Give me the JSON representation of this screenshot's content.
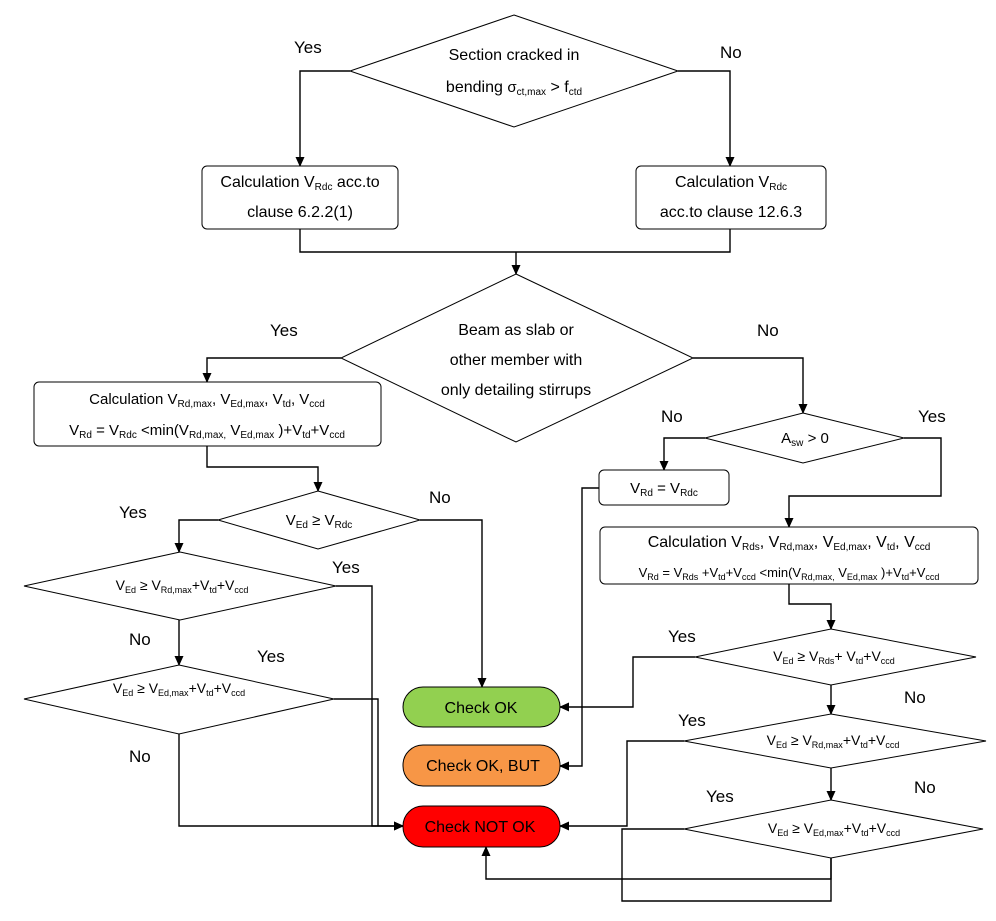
{
  "colors": {
    "ok": "#92d050",
    "ok_but": "#f79646",
    "not_ok": "#ff0000",
    "line": "#000000"
  },
  "nodes": {
    "d1_a": "Section cracked in",
    "d1_b": "bending ",
    "d1_c": "σ",
    "d1_c_sub": "ct,max",
    "d1_d": " > f",
    "d1_d_sub": "ctd",
    "b1_a1": "Calculation V",
    "b1_a1_sub": "Rdc",
    "b1_a2": " acc.to",
    "b1_b": "clause 6.2.2(1)",
    "b2_a1": "Calculation V",
    "b2_a1_sub": "Rdc",
    "b2_b": "acc.to clause 12.6.3",
    "d2_a": "Beam as slab or",
    "d2_b": "other member with",
    "d2_c": "only detailing stirrups",
    "b3_a": "Calculation V",
    "b3_a_s1": "Rd,max",
    "b3_a_m1": ", V",
    "b3_a_s2": "Ed,max",
    "b3_a_m2": ", V",
    "b3_a_s3": "td",
    "b3_a_m3": ", V",
    "b3_a_s4": "ccd",
    "b3_b": "V",
    "b3_b_s1": "Rd",
    "b3_b_m1": " = V",
    "b3_b_s2": "Rdc",
    "b3_b_m2": " <min(V",
    "b3_b_s3": "Rd,max,",
    "b3_b_m3": " V",
    "b3_b_s4": "Ed,max",
    "b3_b_m4": " )+V",
    "b3_b_s5": "td",
    "b3_b_m5": "+V",
    "b3_b_s6": "ccd",
    "d3_a": "A",
    "d3_a_sub": "sw",
    "d3_b": " > 0",
    "b4_a": "V",
    "b4_a_sub": "Rd",
    "b4_b": " = V",
    "b4_b_sub": "Rdc",
    "d4_a": "V",
    "d4_a_sub": "Ed",
    "d4_b": " ≥ V",
    "d4_b_sub": "Rdc",
    "b5_a": "Calculation V",
    "b5_a_s1": "Rds",
    "b5_a_m1": ", V",
    "b5_a_s2": "Rd,max",
    "b5_a_m2": ", V",
    "b5_a_s3": "Ed,max",
    "b5_a_m3": ", V",
    "b5_a_s4": "td",
    "b5_a_m4": ", V",
    "b5_a_s5": "ccd",
    "b5_b": "V",
    "b5_b_s1": "Rd",
    "b5_b_m1": " = V",
    "b5_b_s2": "Rds",
    "b5_b_m2": " +V",
    "b5_b_s3": "td",
    "b5_b_m3": "+V",
    "b5_b_s4": "ccd",
    "b5_b_m4": " <min(V",
    "b5_b_s5": "Rd,max,",
    "b5_b_m5": " V",
    "b5_b_s6": "Ed,max",
    "b5_b_m6": " )+V",
    "b5_b_s7": "td",
    "b5_b_m7": "+V",
    "b5_b_s8": "ccd",
    "d5_a": "V",
    "d5_a_sub": "Ed",
    "d5_b": " ≥ V",
    "d5_b_sub": "Rd,max",
    "d5_c": "+V",
    "d5_c_sub": "td",
    "d5_d": "+V",
    "d5_d_sub": "ccd",
    "d6_a": "V",
    "d6_a_sub": "Ed",
    "d6_b": " ≥ V",
    "d6_b_sub": "Ed,max",
    "d6_c": "+V",
    "d6_c_sub": "td",
    "d6_d": "+V",
    "d6_d_sub": "ccd",
    "d7_a": "V",
    "d7_a_sub": "Ed",
    "d7_b": " ≥ V",
    "d7_b_sub": "Rds",
    "d7_c": "+ V",
    "d7_c_sub": "td",
    "d7_d": "+V",
    "d7_d_sub": "ccd",
    "d8_a": "V",
    "d8_a_sub": "Ed",
    "d8_b": " ≥ V",
    "d8_b_sub": "Rd,max",
    "d8_c": "+V",
    "d8_c_sub": "td",
    "d8_d": "+V",
    "d8_d_sub": "ccd",
    "d9_a": "V",
    "d9_a_sub": "Ed",
    "d9_b": " ≥ V",
    "d9_b_sub": "Ed,max",
    "d9_c": "+V",
    "d9_c_sub": "td",
    "d9_d": "+V",
    "d9_d_sub": "ccd",
    "t_ok": "Check OK",
    "t_okbut": "Check OK, BUT",
    "t_notok": "Check NOT OK"
  },
  "labels": {
    "yes": "Yes",
    "no": "No"
  }
}
